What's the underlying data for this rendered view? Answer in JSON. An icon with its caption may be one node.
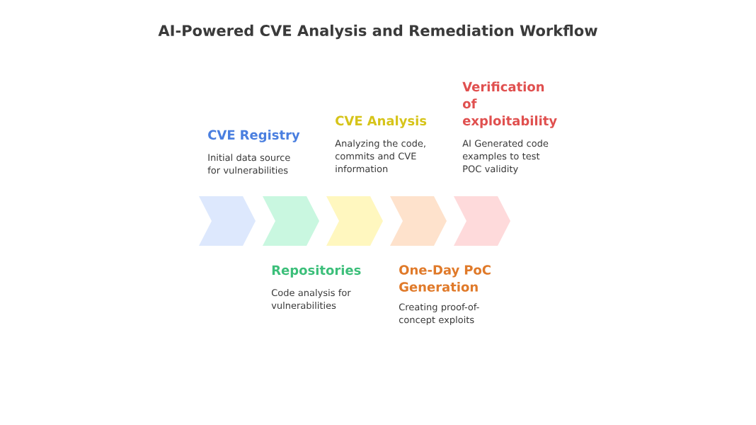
{
  "diagram": {
    "title": "AI-Powered CVE Analysis and Remediation Workflow",
    "nodes": [
      {
        "text": [],
        "shape": "chevron",
        "beside": [
          "CVE Registry",
          "Initial data source for vulnerabilities"
        ]
      },
      {
        "text": [],
        "shape": "chevron",
        "beside": [
          "Repositories",
          "Code analysis for vulnerabilities"
        ]
      },
      {
        "text": [],
        "shape": "chevron",
        "beside": [
          "CVE Analysis",
          "Analyzing the code, commits and CVE information"
        ]
      },
      {
        "text": [],
        "shape": "chevron",
        "beside": [
          "One-Day PoC Generation",
          "Creating proof-of-concept exploits"
        ]
      },
      {
        "text": [],
        "shape": "chevron",
        "beside": [
          "Verification of exploitability",
          "AI Generated code examples to test POC validity"
        ]
      }
    ],
    "edges": []
  }
}
